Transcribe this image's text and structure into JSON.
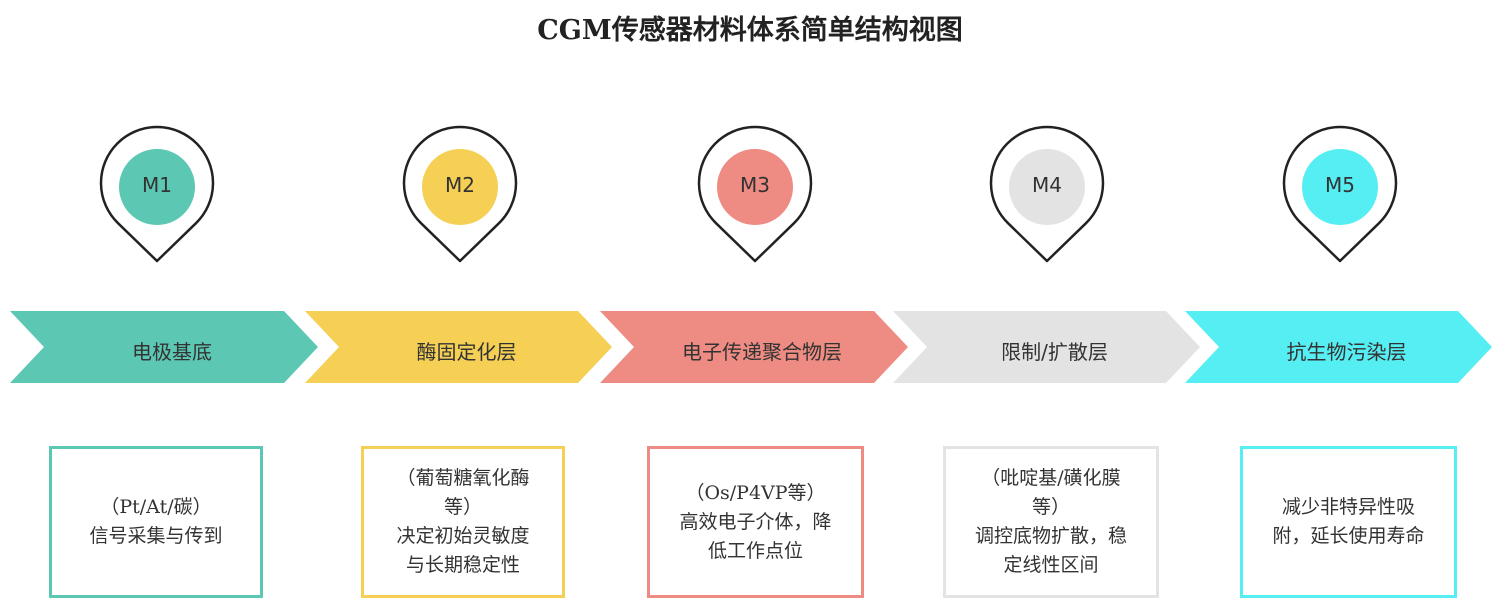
{
  "title": "CGM传感器材料体系简单结构视图",
  "stages": [
    {
      "marker": "M1",
      "name": "电极基底",
      "material": "（Pt/At/碳）",
      "description": "信号采集与传到",
      "color": "#5cc8b4"
    },
    {
      "marker": "M2",
      "name": "酶固定化层",
      "material": "（葡萄糖氧化酶\n等）",
      "description": "决定初始灵敏度\n与长期稳定性",
      "color": "#f5d055"
    },
    {
      "marker": "M3",
      "name": "电子传递聚合物层",
      "material": "（Os/P4VP等）",
      "description": "高效电子介体，降\n低工作点位",
      "color": "#ee8b82"
    },
    {
      "marker": "M4",
      "name": "限制/扩散层",
      "material": "（吡啶基/磺化膜\n等）",
      "description": "调控底物扩散，稳\n定线性区间",
      "color": "#e3e3e3"
    },
    {
      "marker": "M5",
      "name": "抗生物污染层",
      "material": "",
      "description": "减少非特异性吸\n附，延长使用寿命",
      "color": "#55eef2"
    }
  ]
}
